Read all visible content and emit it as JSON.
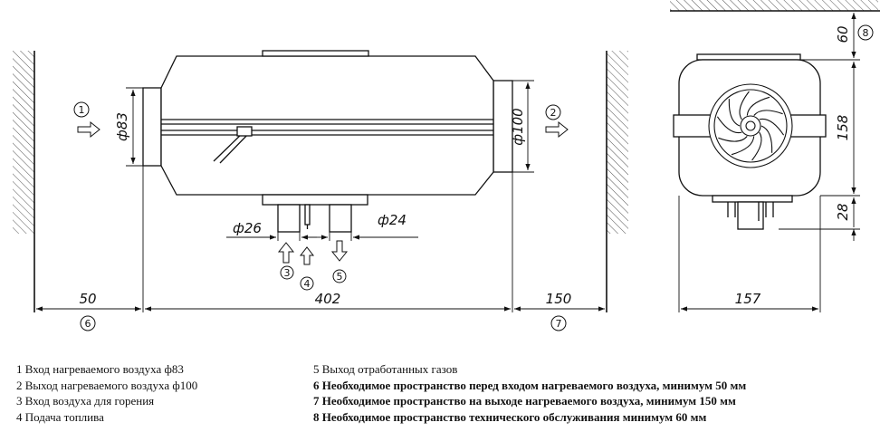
{
  "dimensions": {
    "d83": "ф83",
    "d100": "ф100",
    "d26": "ф26",
    "d24": "ф24",
    "space_front": "50",
    "length": "402",
    "space_rear": "150",
    "width": "157",
    "service": "60",
    "height": "158",
    "bottom": "28"
  },
  "callouts": [
    "1",
    "2",
    "3",
    "4",
    "5",
    "6",
    "7",
    "8"
  ],
  "legend": {
    "left": [
      {
        "text": "1  Вход нагреваемого воздуха ф83"
      },
      {
        "text": "2  Выход нагреваемого воздуха ф100"
      },
      {
        "text": "3  Вход воздуха для горения"
      },
      {
        "text": "4  Подача топлива"
      }
    ],
    "right": [
      {
        "text": "5  Выход отработанных газов",
        "bold": false
      },
      {
        "text": "6  Необходимое пространство перед входом нагреваемого воздуха, минимум 50 мм",
        "bold": true
      },
      {
        "text": "7  Необходимое пространство на выходе нагреваемого воздуха, минимум 150 мм",
        "bold": true
      },
      {
        "text": "8  Необходимое пространство технического обслуживания минимум 60 мм",
        "bold": true
      }
    ]
  },
  "icons": [
    "hatch-wall",
    "arrow-right-icon",
    "arrow-up-icon",
    "arrow-down-icon",
    "fan-icon"
  ]
}
